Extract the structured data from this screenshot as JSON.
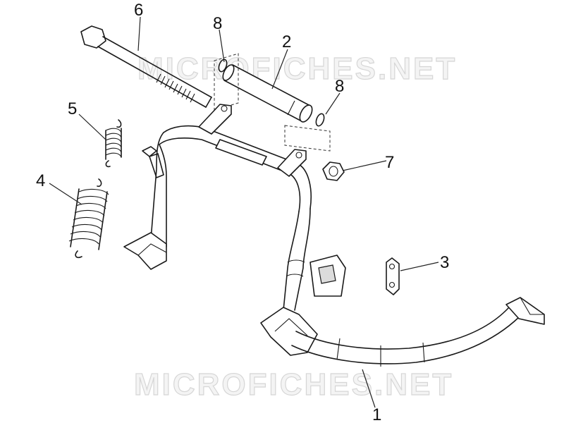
{
  "watermark": {
    "text_top": "MICROFICHES.NET",
    "text_bottom": "MICROFICHES.NET"
  },
  "callouts": [
    {
      "id": "1",
      "label": "1"
    },
    {
      "id": "2",
      "label": "2"
    },
    {
      "id": "3",
      "label": "3"
    },
    {
      "id": "4",
      "label": "4"
    },
    {
      "id": "5",
      "label": "5"
    },
    {
      "id": "6",
      "label": "6"
    },
    {
      "id": "7",
      "label": "7"
    },
    {
      "id": "8a",
      "label": "8"
    },
    {
      "id": "8b",
      "label": "8"
    }
  ]
}
